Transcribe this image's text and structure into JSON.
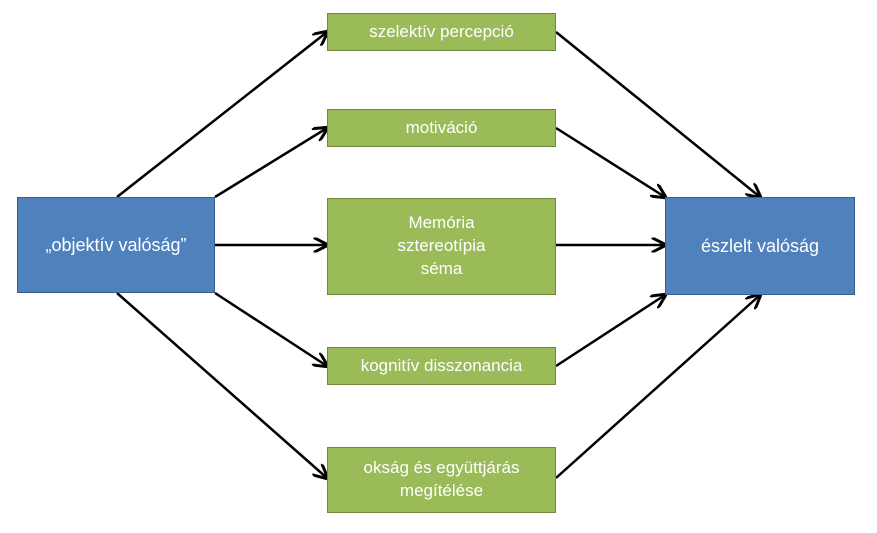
{
  "diagram": {
    "source": {
      "label": "„objektív valóság”"
    },
    "target": {
      "label": "észlelt valóság"
    },
    "factors": [
      {
        "lines": [
          "szelektív percepció"
        ]
      },
      {
        "lines": [
          "motiváció"
        ]
      },
      {
        "lines": [
          "Memória",
          "sztereotípia",
          "séma"
        ]
      },
      {
        "lines": [
          "kognitív disszonancia"
        ]
      },
      {
        "lines": [
          "okság és együttjárás",
          "megítélése"
        ]
      }
    ]
  },
  "colors": {
    "source_fill": "#4f81bd",
    "target_fill": "#4f81bd",
    "factor_fill": "#9bbb59",
    "arrow": "#000000",
    "text": "#ffffff"
  }
}
